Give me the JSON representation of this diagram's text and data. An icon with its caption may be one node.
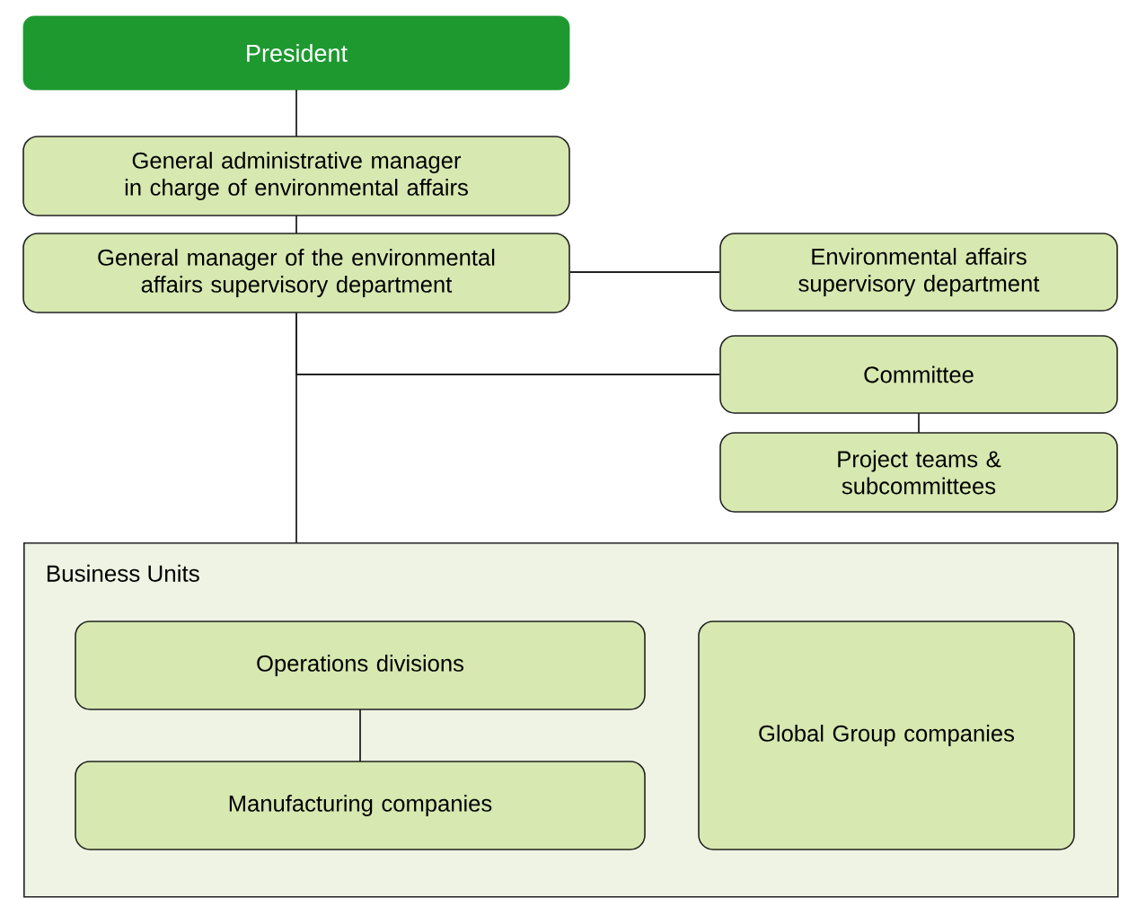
{
  "diagram": {
    "nodes": [
      {
        "text": [
          "President"
        ]
      },
      {
        "text": [
          "General administrative manager in charge of environmental affairs"
        ]
      },
      {
        "text": [
          "General manager of the environmental affairs supervisory department"
        ]
      },
      {
        "text": [
          "Environmental affairs supervisory department"
        ]
      },
      {
        "text": [
          "Committee"
        ]
      },
      {
        "text": [
          "Project teams & subcommittees"
        ]
      },
      {
        "text": [
          "Business Units"
        ]
      },
      {
        "text": [
          "Operations divisions"
        ],
        "in": 6
      },
      {
        "text": [
          "Manufacturing companies"
        ],
        "in": 6
      },
      {
        "text": [
          "Global Group companies"
        ],
        "in": 6
      }
    ],
    "edges": [
      {
        "from": 0,
        "to": 1,
        "arrow": "none"
      },
      {
        "from": 1,
        "to": 2,
        "arrow": "none"
      },
      {
        "from": 2,
        "to": 3,
        "arrow": "none"
      },
      {
        "from": 2,
        "to": 4,
        "arrow": "none"
      },
      {
        "from": 2,
        "to": 6,
        "arrow": "none"
      },
      {
        "from": 4,
        "to": 5,
        "arrow": "none"
      },
      {
        "from": 7,
        "to": 8,
        "arrow": "none"
      }
    ]
  }
}
